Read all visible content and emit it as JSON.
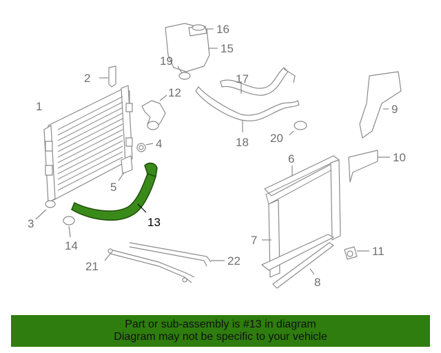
{
  "callouts": [
    {
      "id": "1",
      "label": "1"
    },
    {
      "id": "2",
      "label": "2"
    },
    {
      "id": "3",
      "label": "3"
    },
    {
      "id": "4",
      "label": "4"
    },
    {
      "id": "5",
      "label": "5"
    },
    {
      "id": "6",
      "label": "6"
    },
    {
      "id": "7",
      "label": "7"
    },
    {
      "id": "8",
      "label": "8"
    },
    {
      "id": "9",
      "label": "9"
    },
    {
      "id": "10",
      "label": "10"
    },
    {
      "id": "11",
      "label": "11"
    },
    {
      "id": "12",
      "label": "12"
    },
    {
      "id": "13",
      "label": "13"
    },
    {
      "id": "14",
      "label": "14"
    },
    {
      "id": "15",
      "label": "15"
    },
    {
      "id": "16",
      "label": "16"
    },
    {
      "id": "17",
      "label": "17"
    },
    {
      "id": "18",
      "label": "18"
    },
    {
      "id": "19",
      "label": "19"
    },
    {
      "id": "20",
      "label": "20"
    },
    {
      "id": "21",
      "label": "21"
    },
    {
      "id": "22",
      "label": "22"
    }
  ],
  "highlight": {
    "part": "13",
    "color": "#3a8a1a"
  },
  "banner": {
    "line1": "Part or sub-assembly is #13 in diagram",
    "line2": "Diagram may not be specific to your vehicle",
    "color": "#2e7d0e"
  }
}
